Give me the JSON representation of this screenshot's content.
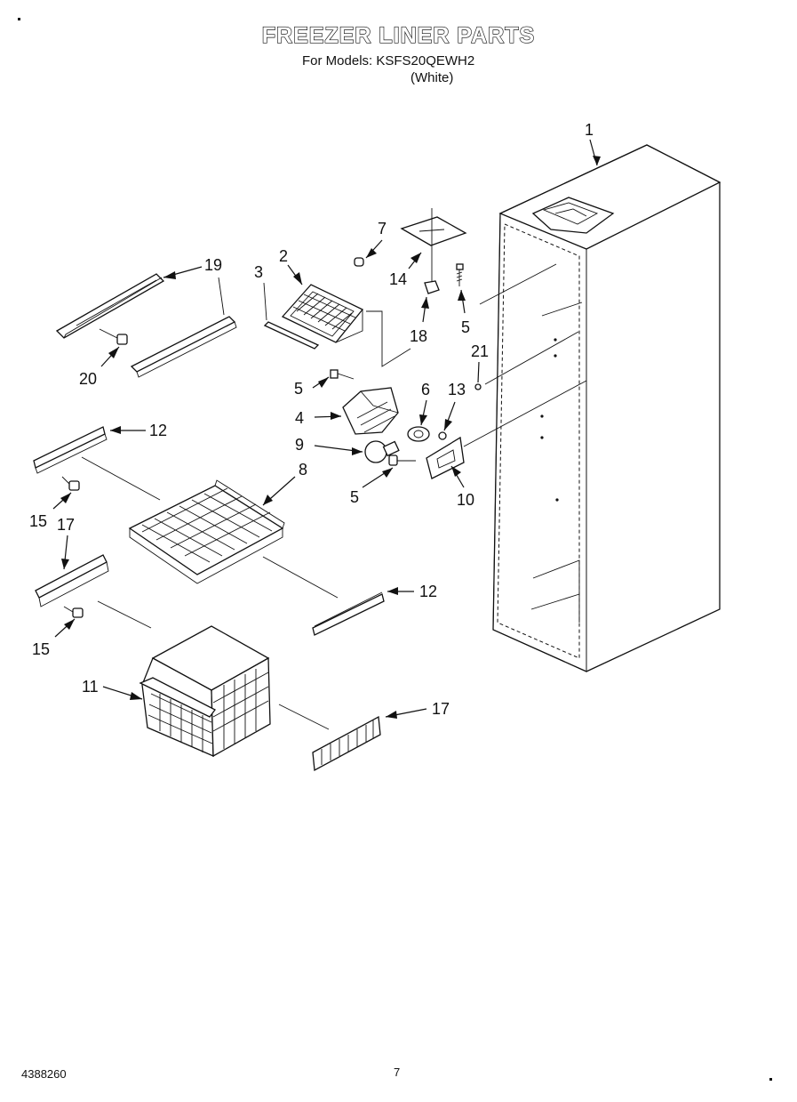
{
  "header": {
    "title": "FREEZER LINER PARTS",
    "models_line": "For Models: KSFS20QEWH2",
    "variant": "(White)"
  },
  "callouts": {
    "c1": "1",
    "c2": "2",
    "c3": "3",
    "c4": "4",
    "c5a": "5",
    "c5b": "5",
    "c5c": "5",
    "c6": "6",
    "c7": "7",
    "c8": "8",
    "c9": "9",
    "c10": "10",
    "c11": "11",
    "c12a": "12",
    "c12b": "12",
    "c13": "13",
    "c14": "14",
    "c15a": "15",
    "c15b": "15",
    "c17a": "17",
    "c17b": "17",
    "c18": "18",
    "c19": "19",
    "c20": "20",
    "c21": "21"
  },
  "footer": {
    "doc_number": "4388260",
    "page_number": "7"
  }
}
